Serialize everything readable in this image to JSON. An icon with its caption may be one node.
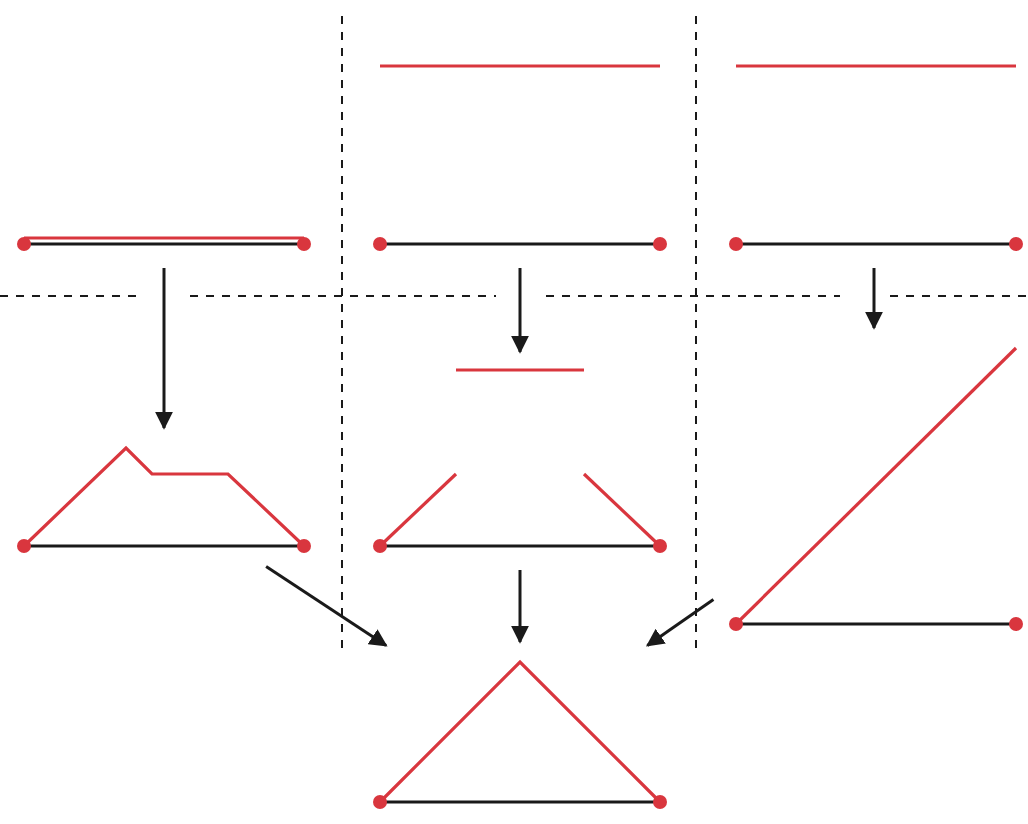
{
  "diagram": {
    "nodes": [
      {
        "text": [],
        "shape": "picture"
      },
      {
        "text": [],
        "shape": "picture"
      },
      {
        "text": [],
        "shape": "picture"
      },
      {
        "text": [],
        "shape": "picture"
      },
      {
        "text": [],
        "shape": "picture"
      },
      {
        "text": [],
        "shape": "picture"
      },
      {
        "text": [],
        "shape": "picture"
      }
    ],
    "edges": [
      {
        "from": 0,
        "to": 3,
        "arrow": "to"
      },
      {
        "from": 1,
        "to": 4,
        "arrow": "to"
      },
      {
        "from": 2,
        "to": 5,
        "arrow": "to"
      },
      {
        "from": 4,
        "to": 6,
        "arrow": "to"
      },
      {
        "from": 3,
        "to": 6,
        "arrow": "to"
      },
      {
        "from": 5,
        "to": 6,
        "arrow": "to"
      }
    ]
  }
}
